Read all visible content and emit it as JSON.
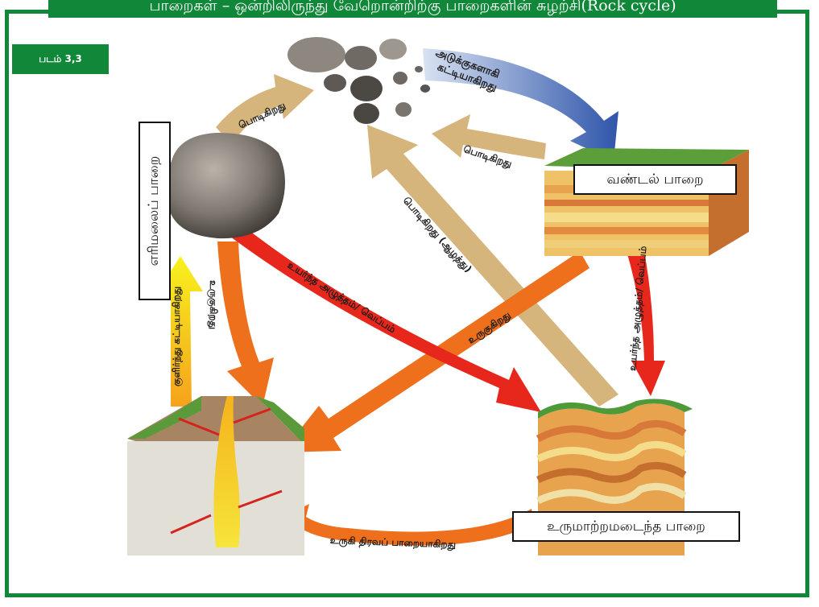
{
  "title": "பாறைகள் – ஒன்றிலிருந்து வேறொன்றிற்கு பாறைகளின் சுழற்சி(Rock cycle)",
  "figure_label": "படம் 3,3",
  "rocks": {
    "sedimentary": "வண்டல் பாறை",
    "metamorphic": "உருமாற்றமடைந்த பாறை",
    "igneous": "எரிமலைப் பாறை"
  },
  "arrows": {
    "weathering_top": "பொடிகிறது",
    "compaction_1": "அடுக்குகளாகி",
    "compaction_2": "கட்டியாகிறது",
    "weathering_sed": "பொடிகிறது",
    "weathering_meta": "பொடிகிறது (ஆழத்து)",
    "pressure_heat_igneous": "உயர்ந்த அழுத்தம்/ வெப்பம்",
    "melts_meta": "உருகுகிறது",
    "melts_igneous": "உருகுகிறது",
    "pressure_heat_sed": "உயர்ந்த அழுத்தம்/ வெப்பம்",
    "melt_to_magma": "உருகி திரவப் பாறையாகிறது",
    "cools_solidifies": "குளிர்ந்து கட்டியாகிறது"
  },
  "colors": {
    "frame": "#11873a",
    "red_arrow": "#e8271c",
    "orange_arrow": "#ee6f1c",
    "tan_arrow": "#d6b57c",
    "blue_arrow": "#3f64b4",
    "yellow_arrow": "#f2ec1a"
  }
}
